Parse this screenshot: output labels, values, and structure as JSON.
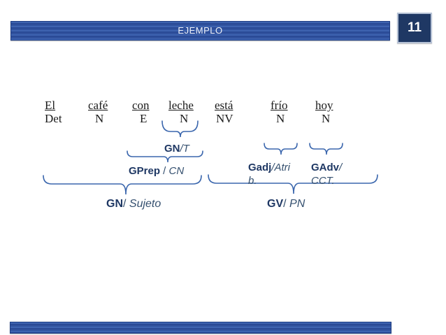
{
  "slide": {
    "header": {
      "title": "EJEMPLO",
      "page_number": "11"
    },
    "sentence": {
      "words": [
        "El",
        "café",
        "con",
        "leche",
        "está",
        "frío",
        "hoy"
      ],
      "pos_tags": [
        "Det",
        "N",
        "E",
        "N",
        "NV",
        "N",
        "N"
      ]
    },
    "phrase_labels": {
      "gn_t": {
        "bold": "GN",
        "rest": "/T"
      },
      "gprep": {
        "bold": "GPrep",
        "sep": " / ",
        "rest": "CN"
      },
      "gadj": {
        "bold": "Gadj",
        "rest_line1": "/Atri",
        "line2": "b."
      },
      "gadv": {
        "bold": "GAdv",
        "rest_line1": "/",
        "line2": "CCT."
      },
      "gn_sujeto": {
        "bold": "GN",
        "sep": "/ ",
        "rest": "Sujeto"
      },
      "gv_pn": {
        "bold": "GV",
        "sep": "/ ",
        "rest": "PN"
      }
    },
    "colors": {
      "banner_blue": "#2e509d",
      "navy": "#1f3864",
      "label_secondary": "#35506f",
      "bracket_blue": "#3a66ad",
      "badge_border": "#b6c2d6"
    }
  }
}
